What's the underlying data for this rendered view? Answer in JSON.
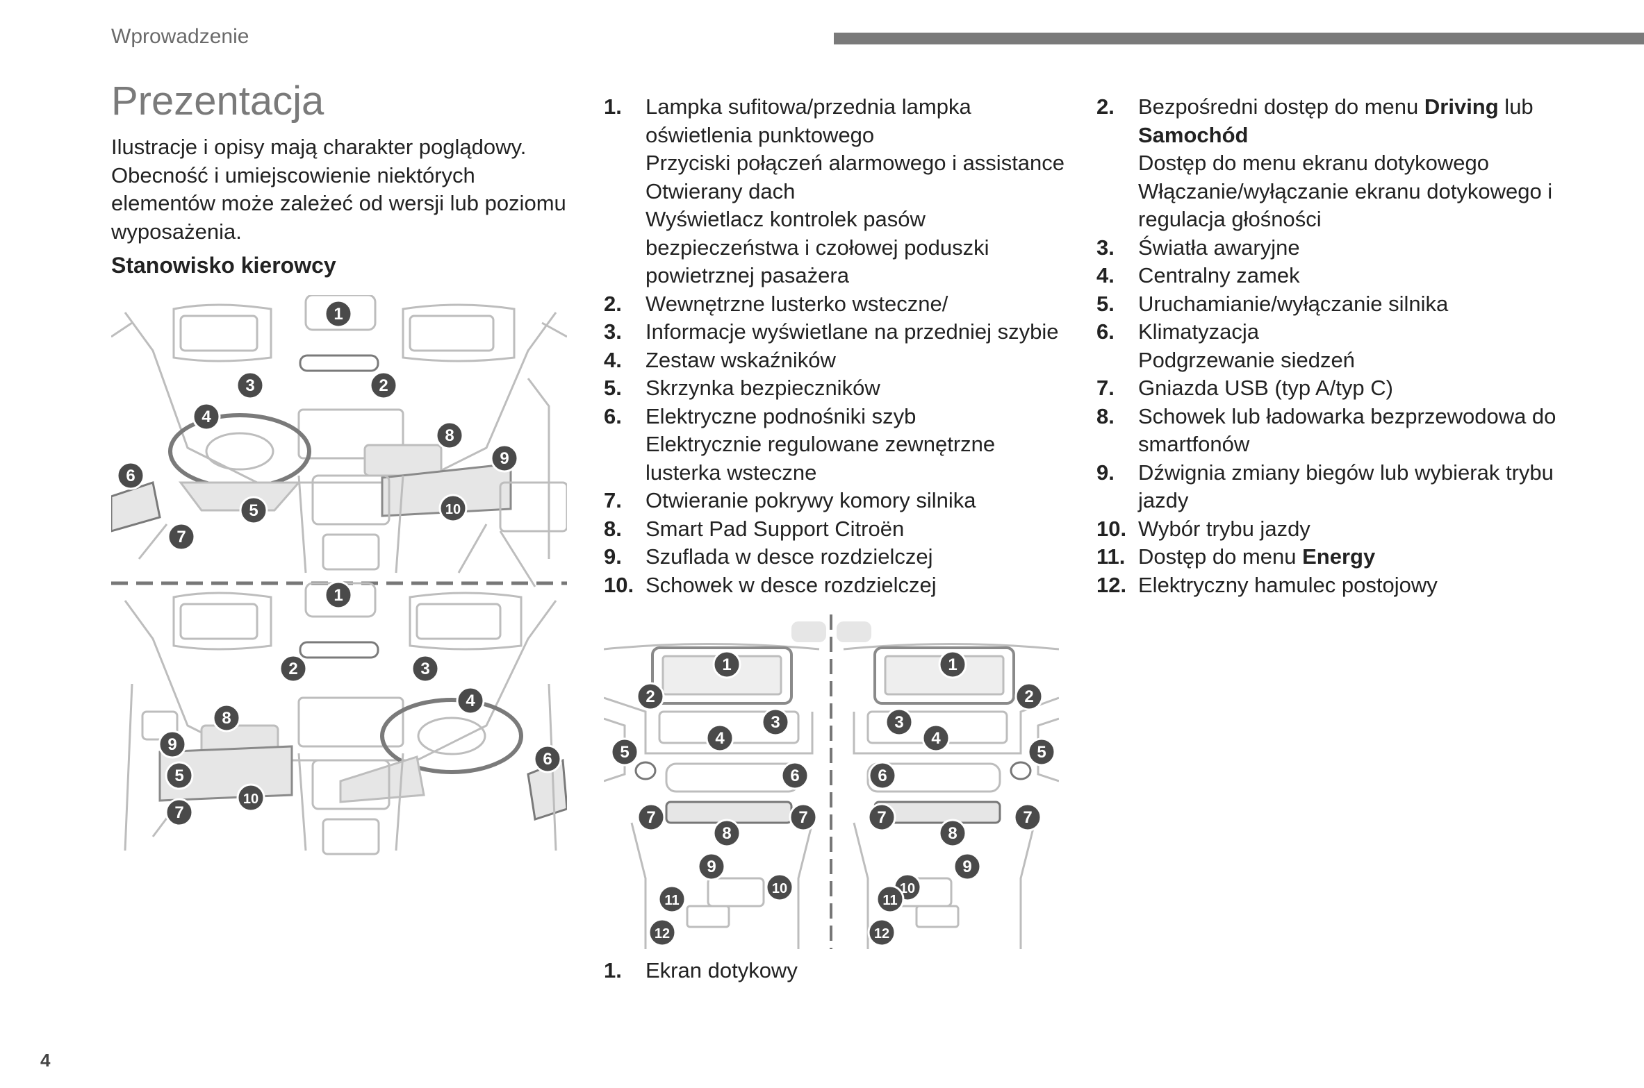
{
  "header": {
    "section_label": "Wprowadzenie"
  },
  "title": "Prezentacja",
  "intro_lines": [
    "Ilustracje i opisy mają charakter poglądowy.",
    "Obecność i umiejscowienie niektórych",
    "elementów może zależeć od wersji lub poziomu",
    "wyposażenia."
  ],
  "section_heading": "Stanowisko kierowcy",
  "legend_col1": [
    {
      "num": "1.",
      "lines": [
        "Lampka sufitowa/przednia lampka",
        "oświetlenia punktowego",
        "Przyciski połączeń alarmowego i assistance",
        "Otwierany dach",
        "Wyświetlacz kontrolek pasów",
        "bezpieczeństwa i czołowej poduszki",
        "powietrznej pasażera"
      ]
    },
    {
      "num": "2.",
      "lines": [
        "Wewnętrzne lusterko wsteczne/"
      ]
    },
    {
      "num": "3.",
      "lines": [
        "Informacje wyświetlane na przedniej szybie"
      ]
    },
    {
      "num": "4.",
      "lines": [
        "Zestaw wskaźników"
      ]
    },
    {
      "num": "5.",
      "lines": [
        "Skrzynka bezpieczników"
      ]
    },
    {
      "num": "6.",
      "lines": [
        "Elektryczne podnośniki szyb",
        "Elektrycznie regulowane zewnętrzne",
        "lusterka wsteczne"
      ]
    },
    {
      "num": "7.",
      "lines": [
        "Otwieranie pokrywy komory silnika"
      ]
    },
    {
      "num": "8.",
      "lines": [
        "Smart Pad Support Citroën"
      ]
    },
    {
      "num": "9.",
      "lines": [
        "Szuflada w desce rozdzielczej"
      ]
    },
    {
      "num": "10.",
      "lines": [
        "Schowek w desce rozdzielczej"
      ]
    }
  ],
  "legend_col2": {
    "item2": {
      "num": "2.",
      "prefix": "Bezpośredni dostęp do menu ",
      "bold1": "Driving",
      "middle": " lub",
      "bold2": "Samochód",
      "lines": [
        "Dostęp do menu ekranu dotykowego",
        "Włączanie/wyłączanie ekranu dotykowego i",
        "regulacja głośności"
      ]
    },
    "items": [
      {
        "num": "3.",
        "lines": [
          "Światła awaryjne"
        ]
      },
      {
        "num": "4.",
        "lines": [
          "Centralny zamek"
        ]
      },
      {
        "num": "5.",
        "lines": [
          "Uruchamianie/wyłączanie silnika"
        ]
      },
      {
        "num": "6.",
        "lines": [
          "Klimatyzacja",
          "Podgrzewanie siedzeń"
        ]
      },
      {
        "num": "7.",
        "lines": [
          "Gniazda USB (typ A/typ C)"
        ]
      },
      {
        "num": "8.",
        "lines": [
          "Schowek lub ładowarka bezprzewodowa do",
          "smartfonów"
        ]
      },
      {
        "num": "9.",
        "lines": [
          "Dźwignia zmiany biegów lub wybierak trybu",
          "jazdy"
        ]
      },
      {
        "num": "10.",
        "lines": [
          "Wybór trybu jazdy"
        ]
      }
    ],
    "item11": {
      "num": "11.",
      "prefix": "Dostęp do menu ",
      "bold": "Energy"
    },
    "item12": {
      "num": "12.",
      "lines": [
        "Elektryczny hamulec postojowy"
      ]
    }
  },
  "legend_col3": [
    {
      "num": "1.",
      "lines": [
        "Ekran dotykowy"
      ]
    }
  ],
  "illustration_a_callouts": {
    "top": [
      "1",
      "2",
      "3",
      "4",
      "5",
      "6",
      "7",
      "8",
      "9",
      "10"
    ],
    "bottom": [
      "1",
      "2",
      "3",
      "4",
      "5",
      "6",
      "7",
      "8",
      "9",
      "10"
    ]
  },
  "illustration_b_callouts": {
    "left": [
      "1",
      "2",
      "3",
      "4",
      "5",
      "6",
      "7",
      "7",
      "8",
      "9",
      "10",
      "11",
      "12"
    ],
    "right": [
      "1",
      "2",
      "3",
      "4",
      "5",
      "6",
      "7",
      "7",
      "8",
      "9",
      "10",
      "11",
      "12"
    ]
  },
  "page_number": "4",
  "colors": {
    "title_gray": "#7a7a7a",
    "header_bar": "#7a7a7a",
    "callout_fill": "#4a4a4a"
  }
}
